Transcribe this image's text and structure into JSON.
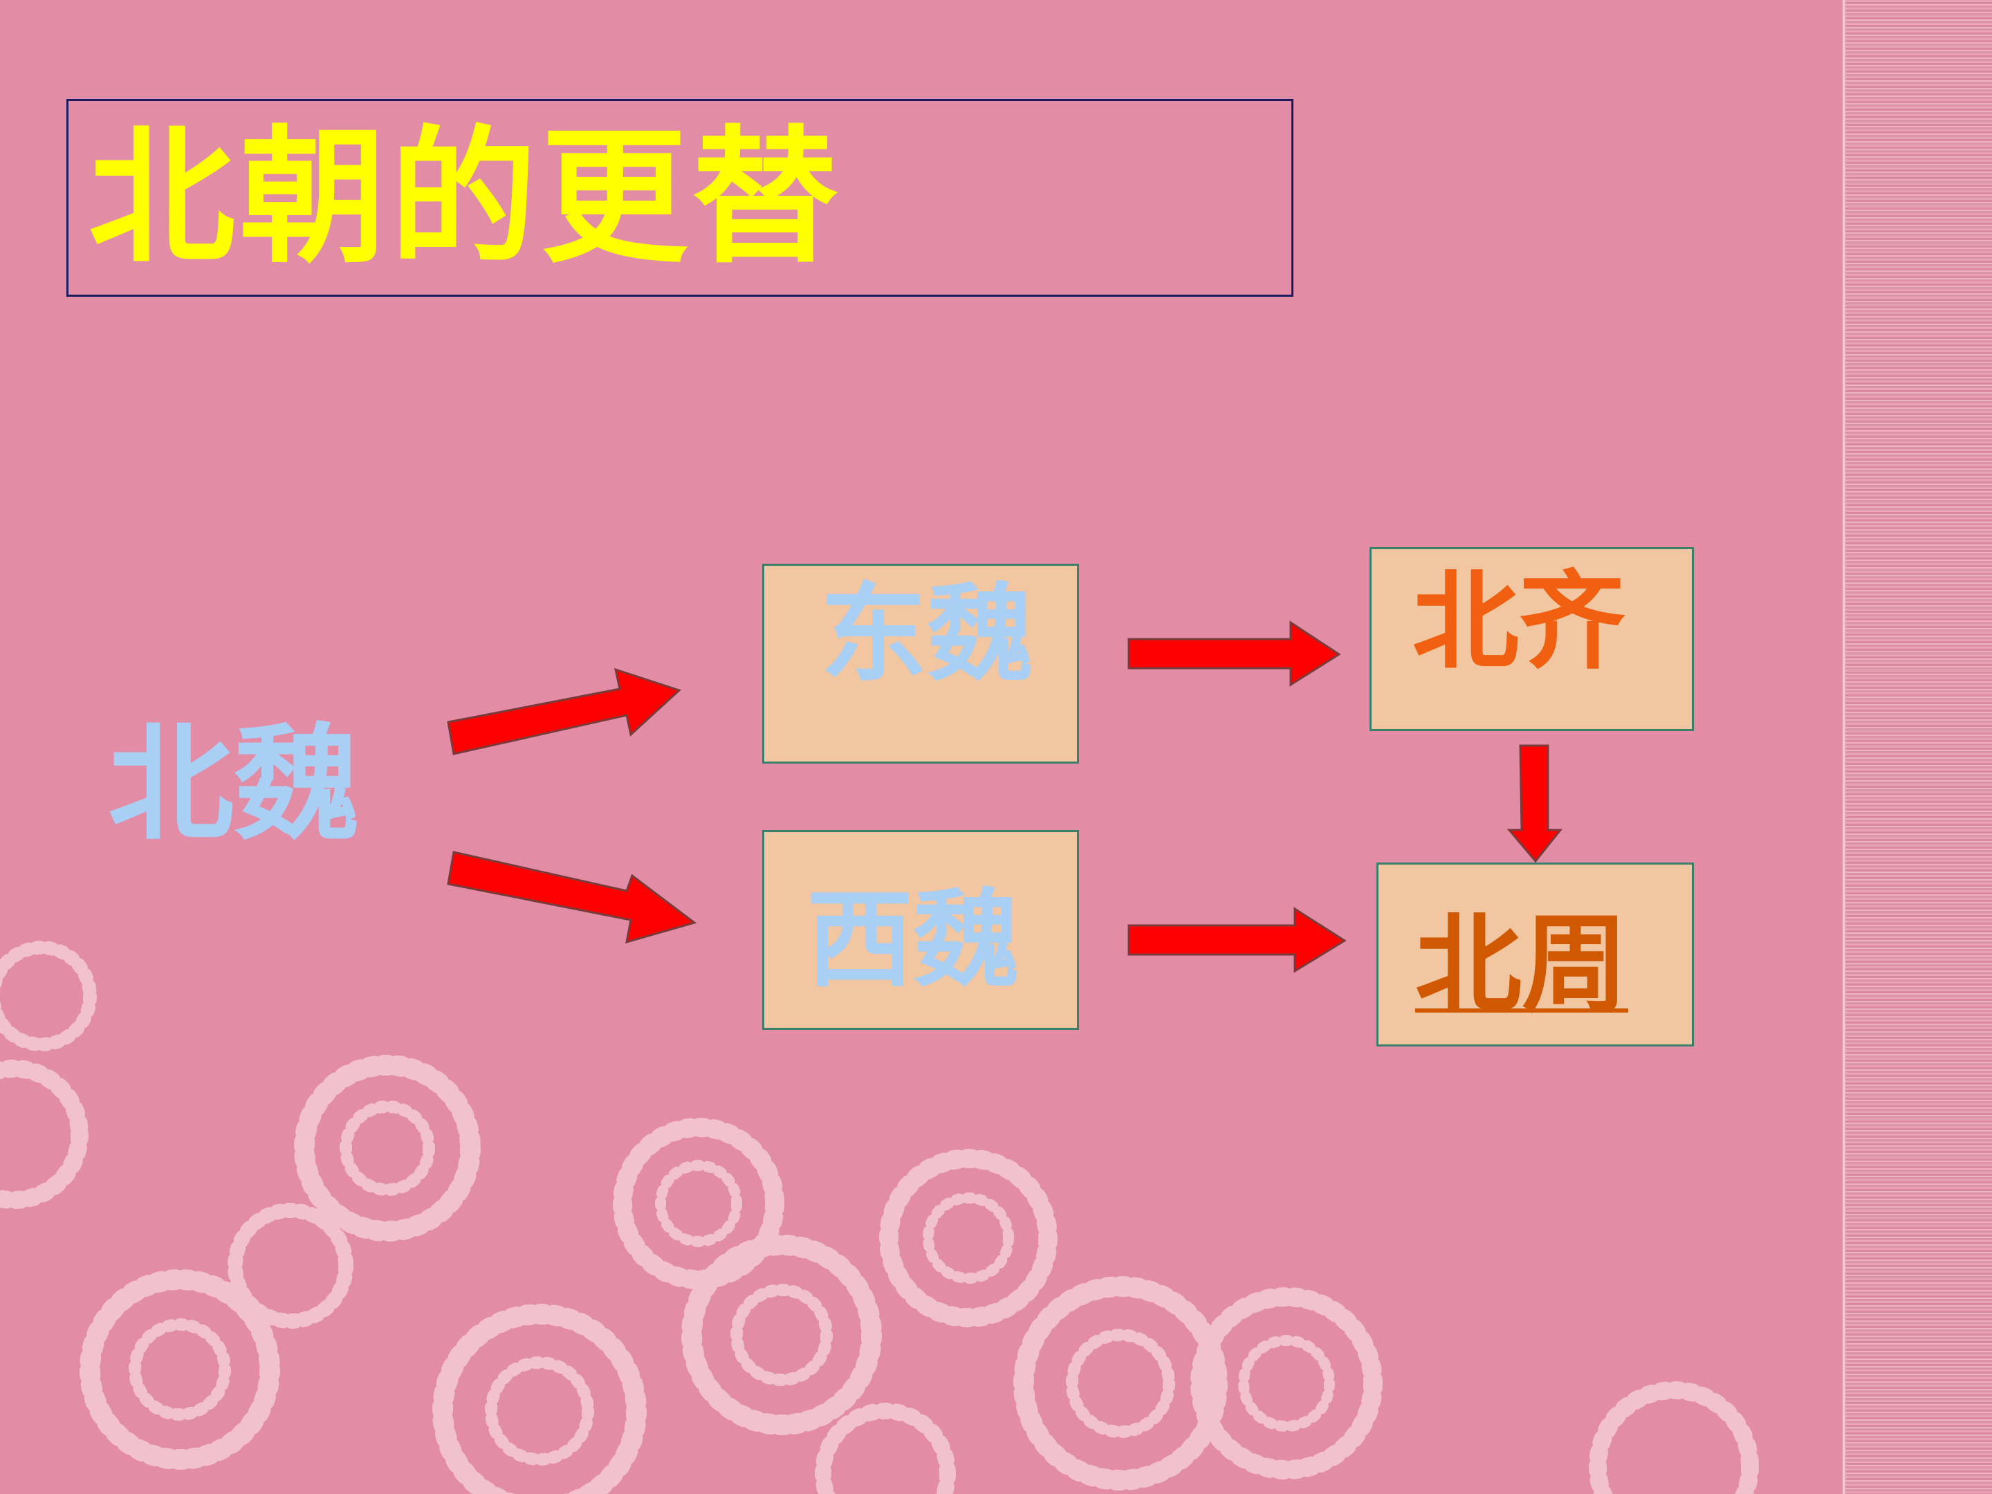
{
  "title": "北朝的更替",
  "nodes": {
    "bei_wei": "北魏",
    "dong_wei": "东魏",
    "xi_wei": "西魏",
    "bei_qi": "北齐",
    "bei_zhou": "北周"
  },
  "colors": {
    "background": "#e28ca5",
    "title": "#ffff00",
    "wei_text": "#a9cff5",
    "qi_zhou_text": "#f06010",
    "zhou_text": "#d05800",
    "box_fill": "#f2c6a0",
    "arrow": "#ff0000"
  }
}
